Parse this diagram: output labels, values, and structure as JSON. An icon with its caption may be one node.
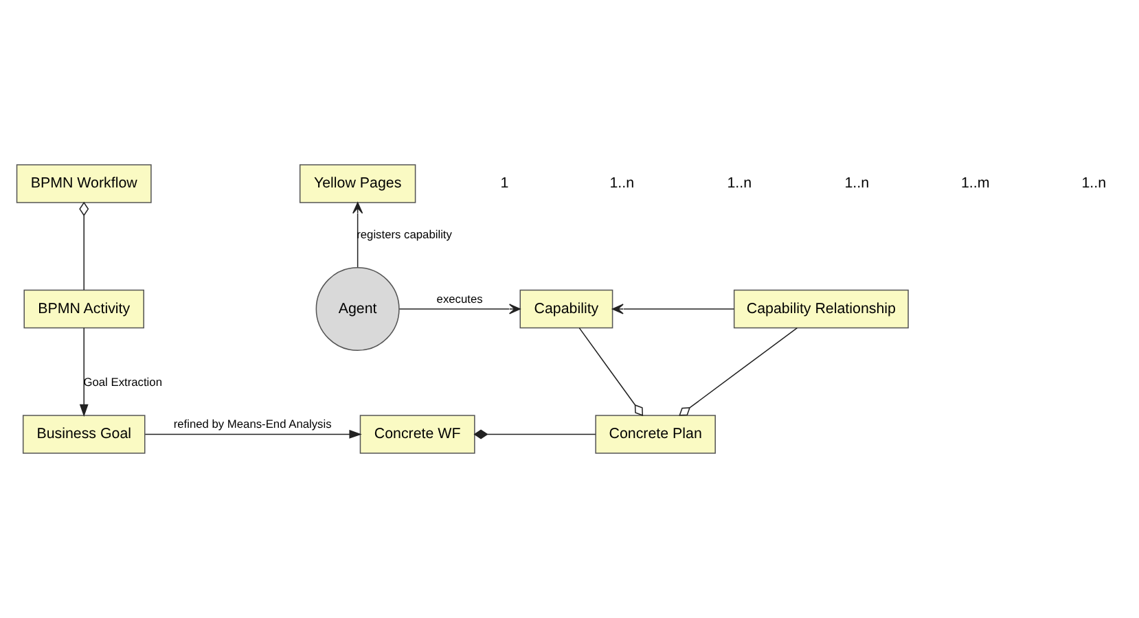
{
  "diagram": {
    "nodes": [
      {
        "text": [
          "BPMN Workflow"
        ]
      },
      {
        "text": [
          "Yellow Pages"
        ]
      },
      {
        "text": [
          "BPMN Activity"
        ]
      },
      {
        "text": [
          "Agent"
        ]
      },
      {
        "text": [
          "Capability"
        ]
      },
      {
        "text": [
          "Capability Relationship"
        ]
      },
      {
        "text": [
          "Business Goal"
        ]
      },
      {
        "text": [
          "Concrete WF"
        ]
      },
      {
        "text": [
          "Concrete Plan"
        ]
      }
    ],
    "edges": [
      {
        "from": 2,
        "to": 0,
        "arrow": "other"
      },
      {
        "from": 3,
        "to": 1,
        "arrow": "to",
        "label": "registers capability"
      },
      {
        "from": 3,
        "to": 4,
        "arrow": "to",
        "label": "executes"
      },
      {
        "from": 5,
        "to": 4,
        "arrow": "to"
      },
      {
        "from": 4,
        "to": 8,
        "arrow": "other"
      },
      {
        "from": 5,
        "to": 8,
        "arrow": "other"
      },
      {
        "from": 2,
        "to": 6,
        "arrow": "to",
        "label": "Goal Extraction"
      },
      {
        "from": 6,
        "to": 7,
        "arrow": "to",
        "label": "refined by Means-End Analysis"
      },
      {
        "from": 8,
        "to": 7,
        "arrow": "other"
      }
    ],
    "labels": [
      "1",
      "1..n",
      "1..n",
      "1..n",
      "1..m",
      "1..n"
    ]
  }
}
